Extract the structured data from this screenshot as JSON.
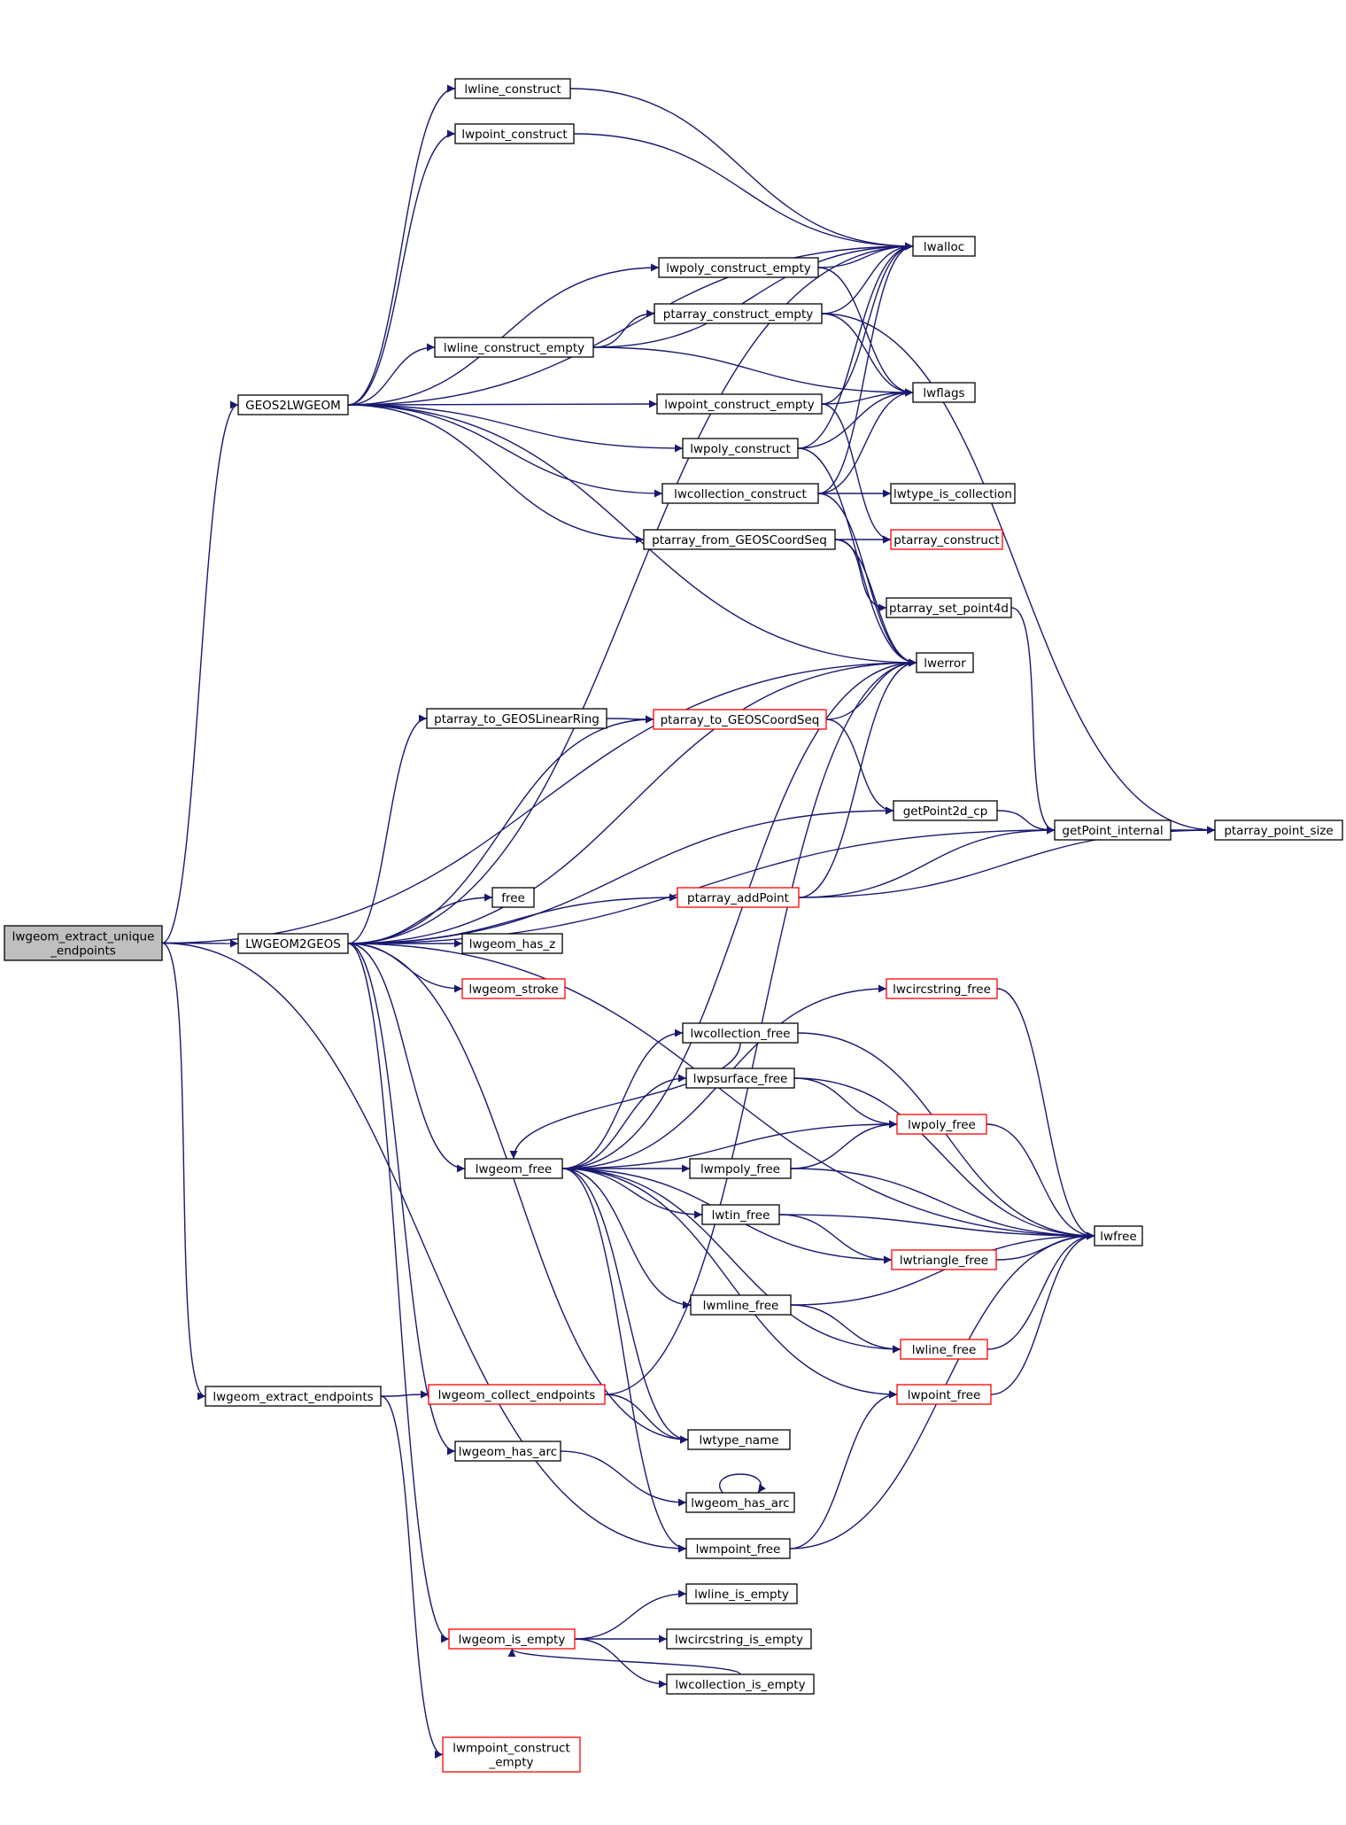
{
  "nodes": [
    {
      "id": "root",
      "lines": [
        "lwgeom_extract_unique",
        "_endpoints"
      ],
      "style": "root"
    },
    {
      "id": "geos2lwgeom",
      "lines": [
        "GEOS2LWGEOM"
      ],
      "style": "black"
    },
    {
      "id": "lwgeom2geos",
      "lines": [
        "LWGEOM2GEOS"
      ],
      "style": "black"
    },
    {
      "id": "lwgeom_extract_endpoints",
      "lines": [
        "lwgeom_extract_endpoints"
      ],
      "style": "black"
    },
    {
      "id": "lwline_construct",
      "lines": [
        "lwline_construct"
      ],
      "style": "black"
    },
    {
      "id": "lwpoint_construct",
      "lines": [
        "lwpoint_construct"
      ],
      "style": "black"
    },
    {
      "id": "lwalloc",
      "lines": [
        "lwalloc"
      ],
      "style": "black"
    },
    {
      "id": "lwpoly_construct_empty",
      "lines": [
        "lwpoly_construct_empty"
      ],
      "style": "black"
    },
    {
      "id": "ptarray_construct_empty",
      "lines": [
        "ptarray_construct_empty"
      ],
      "style": "black"
    },
    {
      "id": "lwline_construct_empty",
      "lines": [
        "lwline_construct_empty"
      ],
      "style": "black"
    },
    {
      "id": "lwflags",
      "lines": [
        "lwflags"
      ],
      "style": "black"
    },
    {
      "id": "lwpoint_construct_empty",
      "lines": [
        "lwpoint_construct_empty"
      ],
      "style": "black"
    },
    {
      "id": "lwpoly_construct",
      "lines": [
        "lwpoly_construct"
      ],
      "style": "black"
    },
    {
      "id": "lwcollection_construct",
      "lines": [
        "lwcollection_construct"
      ],
      "style": "black"
    },
    {
      "id": "lwtype_is_collection",
      "lines": [
        "lwtype_is_collection"
      ],
      "style": "black"
    },
    {
      "id": "ptarray_from_geoscoordseq",
      "lines": [
        "ptarray_from_GEOSCoordSeq"
      ],
      "style": "black"
    },
    {
      "id": "ptarray_construct",
      "lines": [
        "ptarray_construct"
      ],
      "style": "red"
    },
    {
      "id": "ptarray_set_point4d",
      "lines": [
        "ptarray_set_point4d"
      ],
      "style": "black"
    },
    {
      "id": "lwerror",
      "lines": [
        "lwerror"
      ],
      "style": "black"
    },
    {
      "id": "ptarray_to_geoslinearring",
      "lines": [
        "ptarray_to_GEOSLinearRing"
      ],
      "style": "black"
    },
    {
      "id": "ptarray_to_geoscoordseq",
      "lines": [
        "ptarray_to_GEOSCoordSeq"
      ],
      "style": "red"
    },
    {
      "id": "getpoint2d_cp",
      "lines": [
        "getPoint2d_cp"
      ],
      "style": "black"
    },
    {
      "id": "getpoint_internal",
      "lines": [
        "getPoint_internal"
      ],
      "style": "black"
    },
    {
      "id": "ptarray_point_size",
      "lines": [
        "ptarray_point_size"
      ],
      "style": "black"
    },
    {
      "id": "ptarray_addpoint",
      "lines": [
        "ptarray_addPoint"
      ],
      "style": "red"
    },
    {
      "id": "free",
      "lines": [
        "free"
      ],
      "style": "black"
    },
    {
      "id": "lwgeom_has_z",
      "lines": [
        "lwgeom_has_z"
      ],
      "style": "black"
    },
    {
      "id": "lwgeom_stroke",
      "lines": [
        "lwgeom_stroke"
      ],
      "style": "red"
    },
    {
      "id": "lwcircstring_free",
      "lines": [
        "lwcircstring_free"
      ],
      "style": "red"
    },
    {
      "id": "lwcollection_free",
      "lines": [
        "lwcollection_free"
      ],
      "style": "black"
    },
    {
      "id": "lwpsurface_free",
      "lines": [
        "lwpsurface_free"
      ],
      "style": "black"
    },
    {
      "id": "lwpoly_free",
      "lines": [
        "lwpoly_free"
      ],
      "style": "red"
    },
    {
      "id": "lwgeom_free",
      "lines": [
        "lwgeom_free"
      ],
      "style": "black"
    },
    {
      "id": "lwmpoly_free",
      "lines": [
        "lwmpoly_free"
      ],
      "style": "black"
    },
    {
      "id": "lwtin_free",
      "lines": [
        "lwtin_free"
      ],
      "style": "black"
    },
    {
      "id": "lwfree",
      "lines": [
        "lwfree"
      ],
      "style": "black"
    },
    {
      "id": "lwtriangle_free",
      "lines": [
        "lwtriangle_free"
      ],
      "style": "red"
    },
    {
      "id": "lwmline_free",
      "lines": [
        "lwmline_free"
      ],
      "style": "black"
    },
    {
      "id": "lwline_free",
      "lines": [
        "lwline_free"
      ],
      "style": "red"
    },
    {
      "id": "lwpoint_free",
      "lines": [
        "lwpoint_free"
      ],
      "style": "red"
    },
    {
      "id": "lwgeom_collect_endpoints",
      "lines": [
        "lwgeom_collect_endpoints"
      ],
      "style": "red"
    },
    {
      "id": "lwtype_name",
      "lines": [
        "lwtype_name"
      ],
      "style": "black"
    },
    {
      "id": "lwgeom_has_arc",
      "lines": [
        "lwgeom_has_arc"
      ],
      "style": "black"
    },
    {
      "id": "lwgeom_has_arc2",
      "lines": [
        "lwgeom_has_arc"
      ],
      "style": "black"
    },
    {
      "id": "lwmpoint_free",
      "lines": [
        "lwmpoint_free"
      ],
      "style": "black"
    },
    {
      "id": "lwline_is_empty",
      "lines": [
        "lwline_is_empty"
      ],
      "style": "black"
    },
    {
      "id": "lwgeom_is_empty",
      "lines": [
        "lwgeom_is_empty"
      ],
      "style": "red"
    },
    {
      "id": "lwcircstring_is_empty",
      "lines": [
        "lwcircstring_is_empty"
      ],
      "style": "black"
    },
    {
      "id": "lwcollection_is_empty",
      "lines": [
        "lwcollection_is_empty"
      ],
      "style": "black"
    },
    {
      "id": "lwmpoint_construct_empty",
      "lines": [
        "lwmpoint_construct",
        "_empty"
      ],
      "style": "red"
    }
  ],
  "edges": [
    [
      "root",
      "geos2lwgeom"
    ],
    [
      "root",
      "lwgeom2geos"
    ],
    [
      "root",
      "lwerror"
    ],
    [
      "root",
      "lwgeom_extract_endpoints"
    ],
    [
      "root",
      "lwmpoint_free"
    ],
    [
      "geos2lwgeom",
      "lwline_construct"
    ],
    [
      "geos2lwgeom",
      "lwpoint_construct"
    ],
    [
      "geos2lwgeom",
      "lwalloc"
    ],
    [
      "geos2lwgeom",
      "lwpoly_construct_empty"
    ],
    [
      "geos2lwgeom",
      "lwline_construct_empty"
    ],
    [
      "geos2lwgeom",
      "lwpoint_construct_empty"
    ],
    [
      "geos2lwgeom",
      "lwpoly_construct"
    ],
    [
      "geos2lwgeom",
      "lwcollection_construct"
    ],
    [
      "geos2lwgeom",
      "ptarray_from_geoscoordseq"
    ],
    [
      "geos2lwgeom",
      "lwerror"
    ],
    [
      "lwline_construct",
      "lwalloc"
    ],
    [
      "lwpoint_construct",
      "lwalloc"
    ],
    [
      "lwpoly_construct_empty",
      "lwalloc"
    ],
    [
      "lwpoly_construct_empty",
      "lwflags"
    ],
    [
      "ptarray_construct_empty",
      "lwalloc"
    ],
    [
      "ptarray_construct_empty",
      "lwflags"
    ],
    [
      "ptarray_construct_empty",
      "ptarray_point_size"
    ],
    [
      "lwline_construct_empty",
      "lwalloc"
    ],
    [
      "lwline_construct_empty",
      "ptarray_construct_empty"
    ],
    [
      "lwline_construct_empty",
      "lwflags"
    ],
    [
      "lwpoint_construct_empty",
      "lwalloc"
    ],
    [
      "lwpoint_construct_empty",
      "lwflags"
    ],
    [
      "lwpoint_construct_empty",
      "ptarray_construct"
    ],
    [
      "lwpoly_construct",
      "lwalloc"
    ],
    [
      "lwpoly_construct",
      "lwflags"
    ],
    [
      "lwpoly_construct",
      "lwerror"
    ],
    [
      "lwcollection_construct",
      "lwalloc"
    ],
    [
      "lwcollection_construct",
      "lwflags"
    ],
    [
      "lwcollection_construct",
      "lwtype_is_collection"
    ],
    [
      "lwcollection_construct",
      "lwerror"
    ],
    [
      "ptarray_from_geoscoordseq",
      "ptarray_construct"
    ],
    [
      "ptarray_from_geoscoordseq",
      "ptarray_set_point4d"
    ],
    [
      "ptarray_from_geoscoordseq",
      "lwerror"
    ],
    [
      "ptarray_set_point4d",
      "getpoint_internal"
    ],
    [
      "lwgeom2geos",
      "lwalloc"
    ],
    [
      "lwgeom2geos",
      "lwerror"
    ],
    [
      "lwgeom2geos",
      "ptarray_to_geoslinearring"
    ],
    [
      "lwgeom2geos",
      "ptarray_to_geoscoordseq"
    ],
    [
      "lwgeom2geos",
      "getpoint2d_cp"
    ],
    [
      "lwgeom2geos",
      "ptarray_addpoint"
    ],
    [
      "lwgeom2geos",
      "free"
    ],
    [
      "lwgeom2geos",
      "lwgeom_has_z"
    ],
    [
      "lwgeom2geos",
      "lwgeom_stroke"
    ],
    [
      "lwgeom2geos",
      "getpoint_internal"
    ],
    [
      "lwgeom2geos",
      "lwgeom_free"
    ],
    [
      "lwgeom2geos",
      "lwtype_name"
    ],
    [
      "lwgeom2geos",
      "lwgeom_has_arc"
    ],
    [
      "lwgeom2geos",
      "lwgeom_is_empty"
    ],
    [
      "lwgeom2geos",
      "lwfree"
    ],
    [
      "ptarray_to_geoslinearring",
      "ptarray_to_geoscoordseq"
    ],
    [
      "ptarray_to_geoscoordseq",
      "lwerror"
    ],
    [
      "ptarray_to_geoscoordseq",
      "getpoint2d_cp"
    ],
    [
      "getpoint2d_cp",
      "getpoint_internal"
    ],
    [
      "getpoint_internal",
      "ptarray_point_size"
    ],
    [
      "ptarray_addpoint",
      "lwerror"
    ],
    [
      "ptarray_addpoint",
      "getpoint_internal"
    ],
    [
      "ptarray_addpoint",
      "ptarray_point_size"
    ],
    [
      "lwgeom_free",
      "lwerror"
    ],
    [
      "lwgeom_free",
      "lwcircstring_free"
    ],
    [
      "lwgeom_free",
      "lwcollection_free"
    ],
    [
      "lwgeom_free",
      "lwpsurface_free"
    ],
    [
      "lwgeom_free",
      "lwpoly_free"
    ],
    [
      "lwgeom_free",
      "lwmpoly_free"
    ],
    [
      "lwgeom_free",
      "lwtin_free"
    ],
    [
      "lwgeom_free",
      "lwtriangle_free"
    ],
    [
      "lwgeom_free",
      "lwmline_free"
    ],
    [
      "lwgeom_free",
      "lwline_free"
    ],
    [
      "lwgeom_free",
      "lwpoint_free"
    ],
    [
      "lwgeom_free",
      "lwtype_name"
    ],
    [
      "lwgeom_free",
      "lwmpoint_free"
    ],
    [
      "lwcircstring_free",
      "lwfree"
    ],
    [
      "lwcollection_free",
      "lwgeom_free"
    ],
    [
      "lwcollection_free",
      "lwfree"
    ],
    [
      "lwpsurface_free",
      "lwpoly_free"
    ],
    [
      "lwpsurface_free",
      "lwfree"
    ],
    [
      "lwpoly_free",
      "lwfree"
    ],
    [
      "lwmpoly_free",
      "lwpoly_free"
    ],
    [
      "lwmpoly_free",
      "lwfree"
    ],
    [
      "lwtin_free",
      "lwtriangle_free"
    ],
    [
      "lwtin_free",
      "lwfree"
    ],
    [
      "lwtriangle_free",
      "lwfree"
    ],
    [
      "lwmline_free",
      "lwline_free"
    ],
    [
      "lwmline_free",
      "lwfree"
    ],
    [
      "lwline_free",
      "lwfree"
    ],
    [
      "lwpoint_free",
      "lwfree"
    ],
    [
      "lwmpoint_free",
      "lwpoint_free"
    ],
    [
      "lwmpoint_free",
      "lwfree"
    ],
    [
      "lwgeom_extract_endpoints",
      "lwgeom_collect_endpoints"
    ],
    [
      "lwgeom_extract_endpoints",
      "lwmpoint_construct_empty"
    ],
    [
      "lwgeom_collect_endpoints",
      "lwerror"
    ],
    [
      "lwgeom_collect_endpoints",
      "lwtype_name"
    ],
    [
      "lwgeom_has_arc",
      "lwgeom_has_arc2"
    ],
    [
      "lwgeom_has_arc2",
      "lwgeom_has_arc2"
    ],
    [
      "lwgeom_is_empty",
      "lwline_is_empty"
    ],
    [
      "lwgeom_is_empty",
      "lwcircstring_is_empty"
    ],
    [
      "lwgeom_is_empty",
      "lwcollection_is_empty"
    ],
    [
      "lwcollection_is_empty",
      "lwgeom_is_empty"
    ]
  ]
}
